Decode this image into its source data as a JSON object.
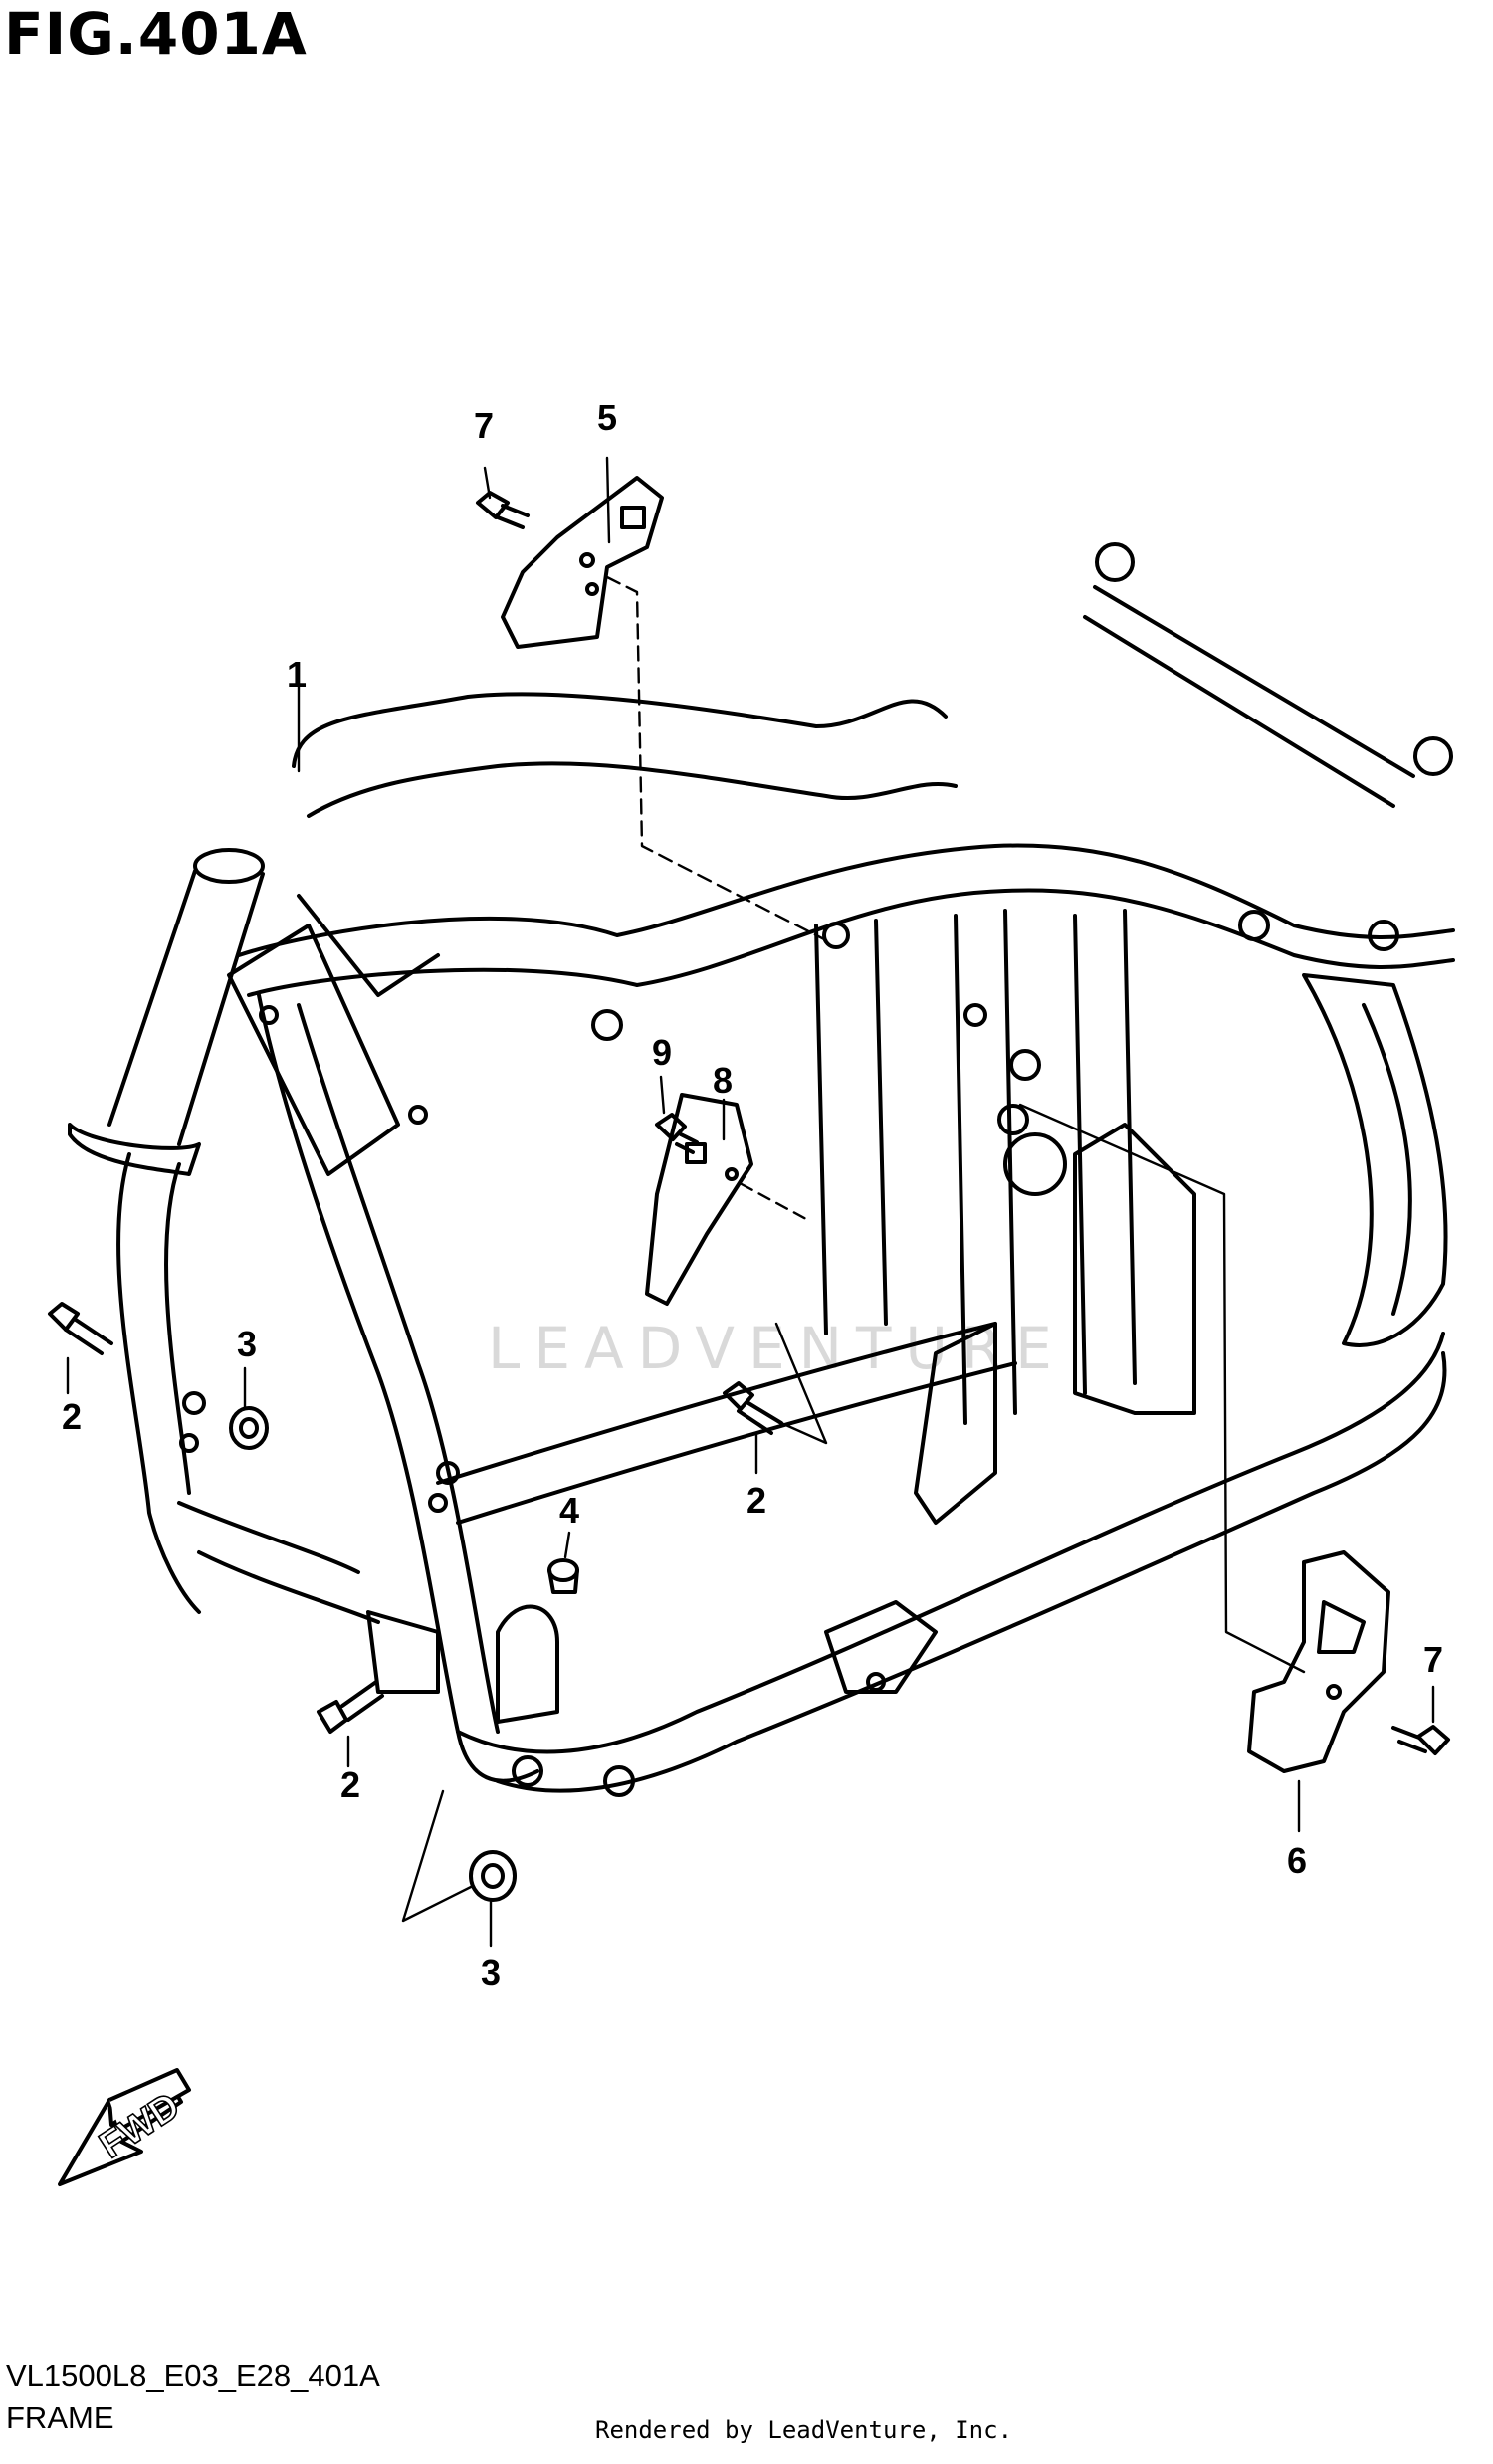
{
  "figure": {
    "title": "FIG.401A"
  },
  "callouts": {
    "c1": "1",
    "c2a": "2",
    "c2b": "2",
    "c2c": "2",
    "c3a": "3",
    "c3b": "3",
    "c4": "4",
    "c5": "5",
    "c6": "6",
    "c7a": "7",
    "c7b": "7",
    "c8": "8",
    "c9": "9"
  },
  "fwd_label": "FWD",
  "watermark": "LEADVENTURE",
  "footer": {
    "model_code": "VL1500L8_E03_E28_401A",
    "section_name": "FRAME",
    "credit": "Rendered by LeadVenture, Inc."
  }
}
